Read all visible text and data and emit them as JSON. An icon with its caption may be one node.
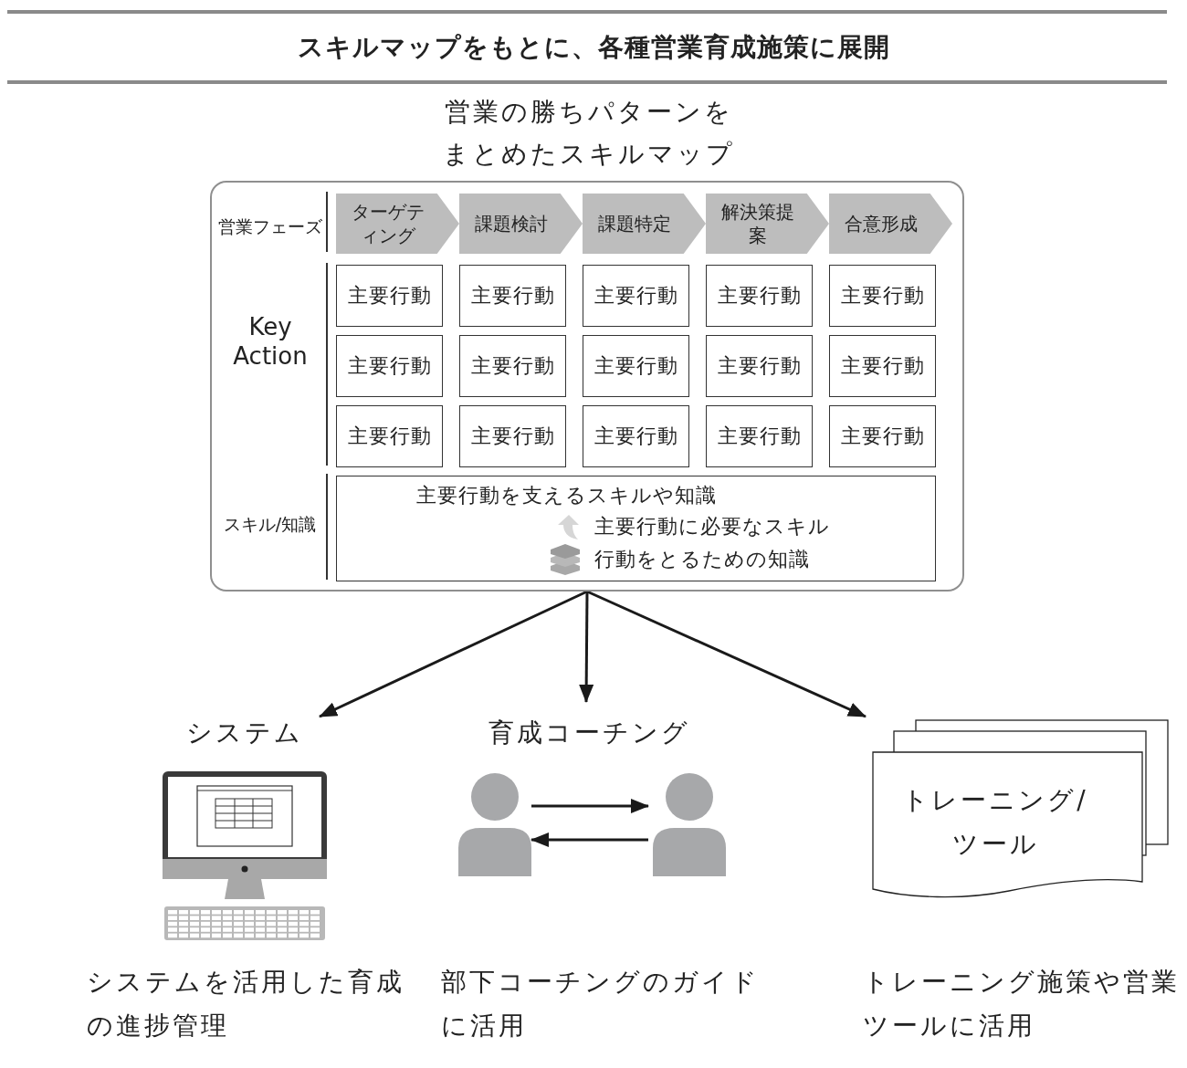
{
  "diagram": {
    "title": "スキルマップをもとに、各種営業育成施策に展開",
    "nodes": [
      {
        "text": [
          "営業の勝ちパターンをまとめたスキルマップ"
        ]
      },
      {
        "text": [
          "ターゲティング"
        ],
        "in": 0
      },
      {
        "text": [
          "課題検討"
        ],
        "in": 0
      },
      {
        "text": [
          "課題特定"
        ],
        "in": 0
      },
      {
        "text": [
          "解決策提案"
        ],
        "in": 0
      },
      {
        "text": [
          "合意形成"
        ],
        "in": 0
      },
      {
        "text": [
          "主要行動"
        ],
        "in": 0
      },
      {
        "text": [
          "主要行動"
        ],
        "in": 0
      },
      {
        "text": [
          "主要行動"
        ],
        "in": 0
      },
      {
        "text": [
          "主要行動"
        ],
        "in": 0
      },
      {
        "text": [
          "主要行動"
        ],
        "in": 0
      },
      {
        "text": [
          "主要行動"
        ],
        "in": 0
      },
      {
        "text": [
          "主要行動"
        ],
        "in": 0
      },
      {
        "text": [
          "主要行動"
        ],
        "in": 0
      },
      {
        "text": [
          "主要行動"
        ],
        "in": 0
      },
      {
        "text": [
          "主要行動"
        ],
        "in": 0
      },
      {
        "text": [
          "主要行動"
        ],
        "in": 0
      },
      {
        "text": [
          "主要行動"
        ],
        "in": 0
      },
      {
        "text": [
          "主要行動"
        ],
        "in": 0
      },
      {
        "text": [
          "主要行動"
        ],
        "in": 0
      },
      {
        "text": [
          "主要行動"
        ],
        "in": 0
      },
      {
        "text": [
          "主要行動を支えるスキルや知識",
          "主要行動に必要なスキル",
          "行動をとるための知識"
        ],
        "in": 0
      },
      {
        "text": [
          "システム"
        ],
        "beside": [
          "システムを活用した育成の進捗管理"
        ]
      },
      {
        "text": [
          "育成コーチング"
        ],
        "beside": [
          "部下コーチングのガイドに活用"
        ]
      },
      {
        "text": [
          "トレーニング/ツール"
        ],
        "beside": [
          "トレーニング施策や営業ツールに活用"
        ]
      },
      {
        "text": [],
        "shape": "person",
        "in": 23
      },
      {
        "text": [],
        "shape": "person",
        "in": 23
      }
    ],
    "edges": [
      {
        "from": 0,
        "to": 22,
        "arrow": "to"
      },
      {
        "from": 0,
        "to": 23,
        "arrow": "to"
      },
      {
        "from": 0,
        "to": 24,
        "arrow": "to"
      },
      {
        "from": 25,
        "to": 26,
        "arrow": "to"
      },
      {
        "from": 26,
        "to": 25,
        "arrow": "to"
      }
    ],
    "labels": [
      "営業フェーズ",
      "Key Action",
      "スキル/知識"
    ]
  }
}
